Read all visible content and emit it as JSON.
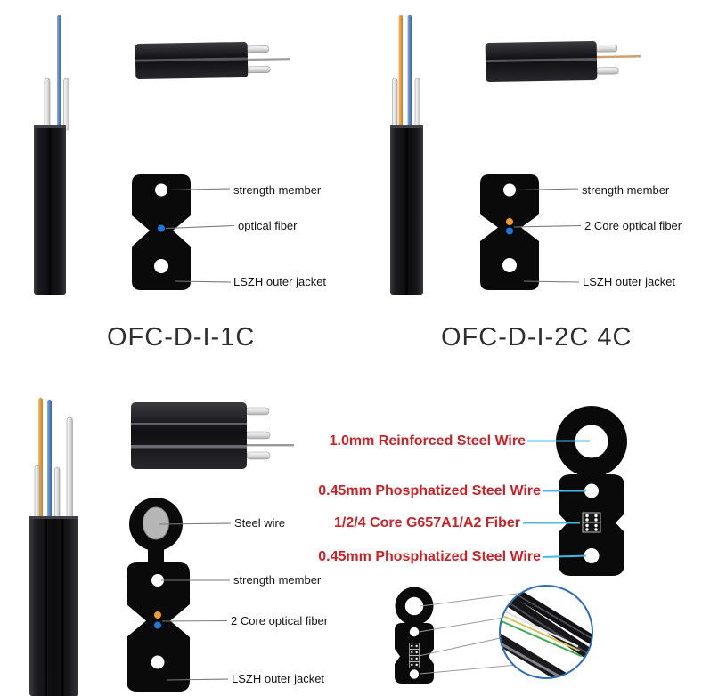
{
  "titles": {
    "model_1c": "OFC-D-I-1C",
    "model_2c_4c": "OFC-D-I-2C 4C"
  },
  "diagram_1c": {
    "labels": [
      "strength member",
      "optical fiber",
      "LSZH outer jacket"
    ]
  },
  "diagram_2c": {
    "labels": [
      "strength member",
      "2 Core optical fiber",
      "LSZH outer jacket"
    ]
  },
  "diagram_self_supporting": {
    "labels": [
      "Steel wire",
      "strength member",
      "2 Core optical fiber",
      "LSZH outer jacket"
    ]
  },
  "diagram_specs": {
    "labels": [
      "1.0mm Reinforced Steel Wire",
      "0.45mm Phosphatized Steel Wire",
      "1/2/4 Core G657A1/A2 Fiber",
      "0.45mm Phosphatized Steel Wire"
    ]
  },
  "colors": {
    "jacket": "#0a0a0a",
    "fiber_blue": "#1e78d7",
    "fiber_orange": "#f09b2e",
    "steel_gray": "#b6b6b6",
    "spec_text_red": "#ce2127",
    "spec_line_cyan": "#47bae8",
    "leader_line_gray": "#7a7a7a",
    "magnifier_ring_blue": "#2e6cb5"
  }
}
